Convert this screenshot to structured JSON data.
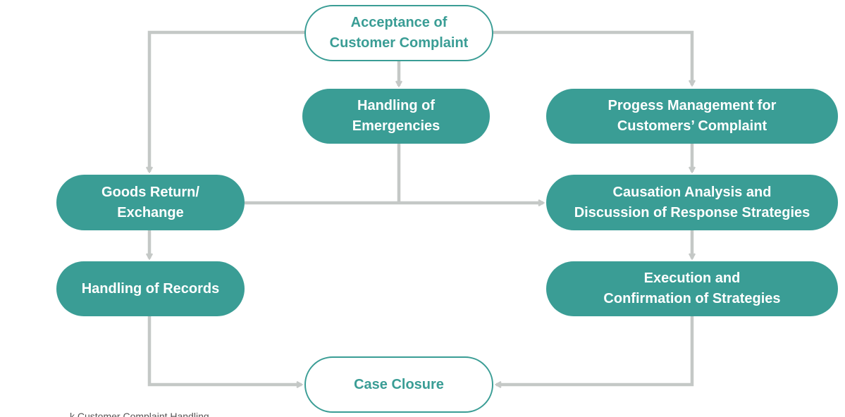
{
  "diagram": {
    "nodes": {
      "acceptance": "Acceptance of\nCustomer Complaint",
      "emergencies": "Handling of\nEmergencies",
      "progress": "Progess Management for\nCustomers’ Complaint",
      "goods_return": "Goods Return/\nExchange",
      "causation": "Causation Analysis and\nDiscussion of Response Strategies",
      "records": "Handling of Records",
      "execution": "Execution and\nConfirmation of Strategies",
      "closure": "Case Closure"
    },
    "colors": {
      "node_fill": "#3a9d95",
      "node_text": "#ffffff",
      "outline": "#3a9d95",
      "connector": "#c4c8c6"
    }
  },
  "caption": "…k Customer Complaint Handling"
}
